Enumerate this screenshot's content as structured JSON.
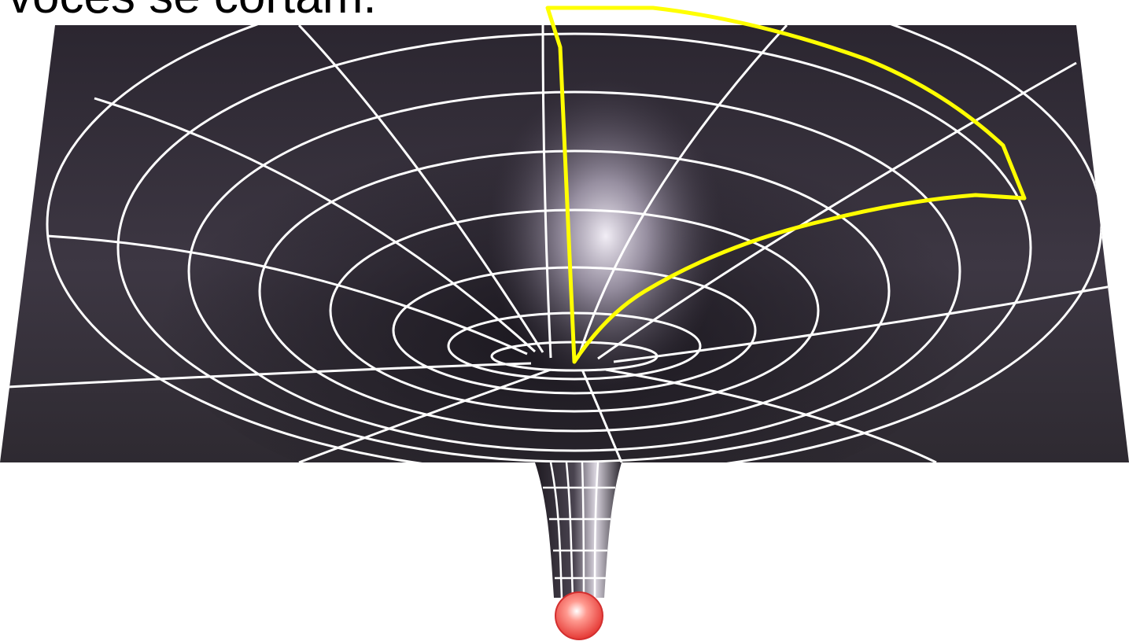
{
  "caption": "vocês se cortam.",
  "colors": {
    "surface": "#2f2a33",
    "surface_highlight": "#e9e4ef",
    "grid_lines": "#ffffff",
    "highlight_outline": "#ffff00",
    "singularity_ball": "#e53935"
  },
  "illustration": {
    "subject": "curved spacetime funnel (embedding diagram)",
    "grid": "concentric ellipses crossed by radial lines",
    "highlight": "yellow wedge outline on one sector of the funnel",
    "bottom": "red sphere at the end of the funnel throat"
  }
}
